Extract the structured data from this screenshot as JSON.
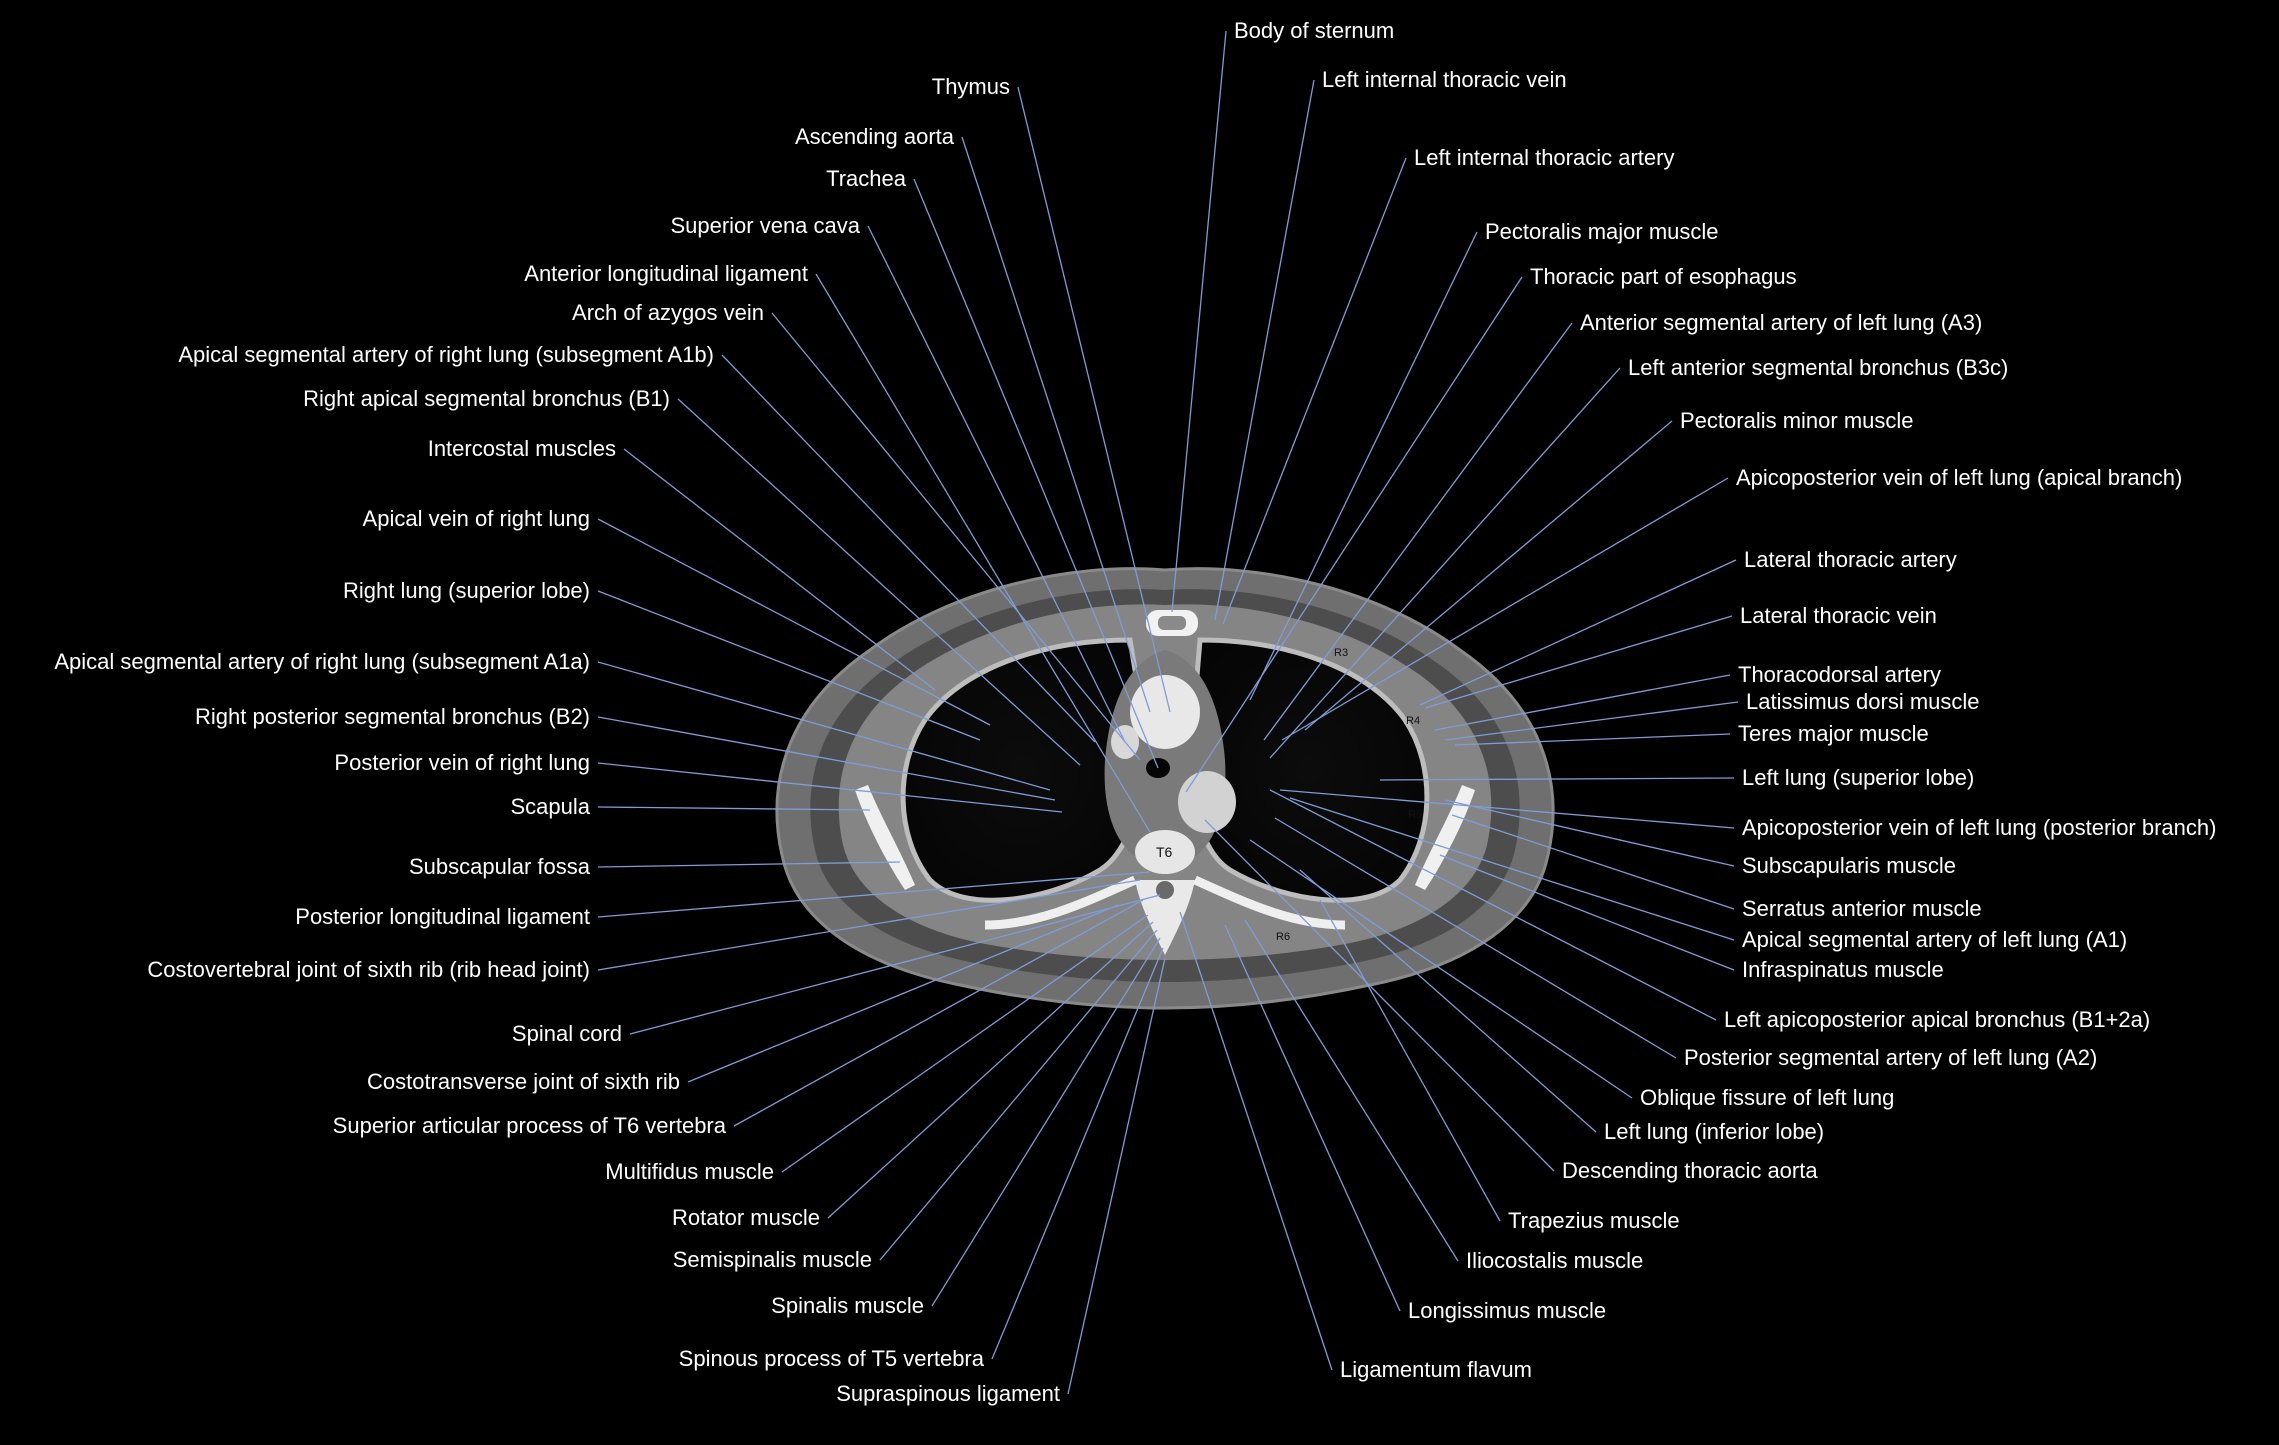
{
  "figure": {
    "vertebra_tag": "T6",
    "rib_tags": [
      "R3",
      "R4",
      "R5",
      "R6"
    ]
  },
  "labels": {
    "left": [
      "Thymus",
      "Ascending aorta",
      "Trachea",
      "Superior vena cava",
      "Anterior longitudinal ligament",
      "Arch of azygos vein",
      "Apical segmental artery of right lung (subsegment A1b)",
      "Right apical segmental bronchus (B1)",
      "Intercostal muscles",
      "Apical vein of right lung",
      "Right lung (superior lobe)",
      "Apical segmental artery of right lung (subsegment A1a)",
      "Right posterior segmental bronchus (B2)",
      "Posterior vein of right lung",
      "Scapula",
      "Subscapular fossa",
      "Posterior longitudinal ligament",
      "Costovertebral joint of sixth rib (rib head joint)",
      "Spinal cord",
      "Costotransverse joint of sixth rib",
      "Superior articular process of T6 vertebra",
      "Multifidus muscle",
      "Rotator muscle",
      "Semispinalis muscle",
      "Spinalis muscle",
      "Spinous process of T5 vertebra",
      "Supraspinous ligament"
    ],
    "right": [
      "Body of sternum",
      "Left internal thoracic vein",
      "Left internal thoracic artery",
      "Pectoralis major muscle",
      "Thoracic part of esophagus",
      "Anterior segmental artery of left lung (A3)",
      "Left anterior segmental bronchus (B3c)",
      "Pectoralis minor muscle",
      "Apicoposterior vein of left lung (apical branch)",
      "Lateral thoracic artery",
      "Lateral thoracic vein",
      "Thoracodorsal artery",
      "Latissimus dorsi muscle",
      "Teres major muscle",
      "Left lung (superior lobe)",
      "Apicoposterior vein of left lung (posterior branch)",
      "Subscapularis muscle",
      "Serratus anterior muscle",
      "Apical segmental artery of left lung (A1)",
      "Infraspinatus muscle",
      "Left apicoposterior apical bronchus (B1+2a)",
      "Posterior segmental artery of left lung (A2)",
      "Oblique fissure of left lung",
      "Left lung (inferior lobe)",
      "Descending thoracic aorta",
      "Trapezius muscle",
      "Iliocostalis muscle",
      "Longissimus muscle",
      "Ligamentum flavum"
    ]
  }
}
